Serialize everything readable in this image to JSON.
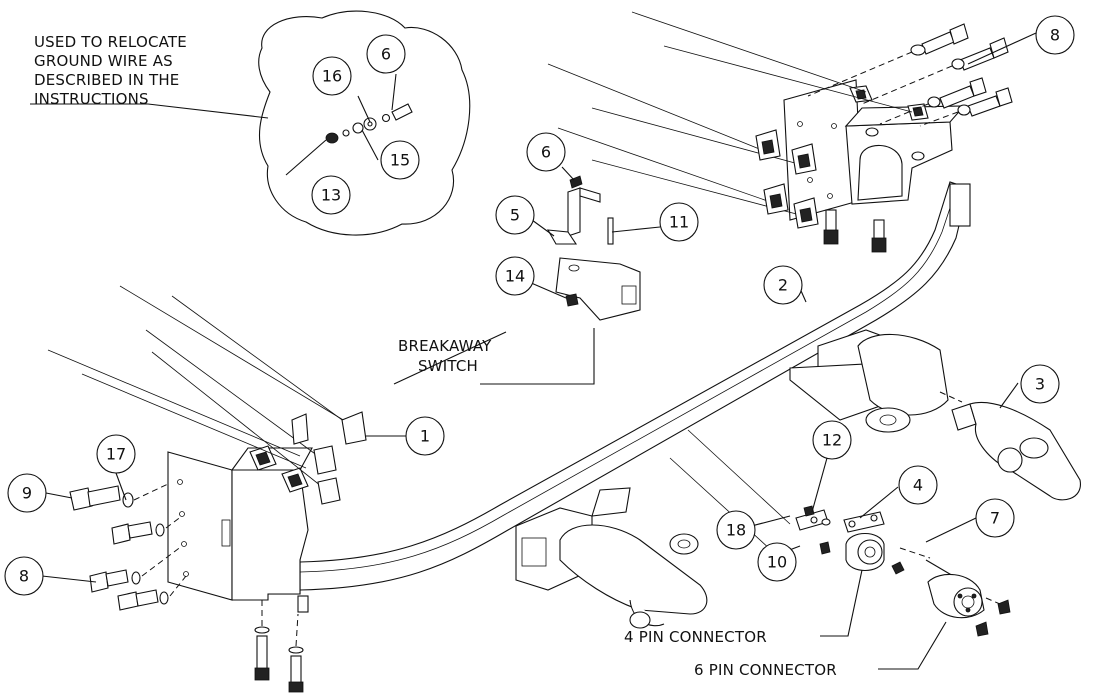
{
  "callouts": [
    {
      "id": "c1",
      "label": "1"
    },
    {
      "id": "c2",
      "label": "2"
    },
    {
      "id": "c3",
      "label": "3"
    },
    {
      "id": "c4",
      "label": "4"
    },
    {
      "id": "c5",
      "label": "5"
    },
    {
      "id": "c6a",
      "label": "6"
    },
    {
      "id": "c6b",
      "label": "6"
    },
    {
      "id": "c7",
      "label": "7"
    },
    {
      "id": "c8a",
      "label": "8"
    },
    {
      "id": "c8b",
      "label": "8"
    },
    {
      "id": "c9",
      "label": "9"
    },
    {
      "id": "c10",
      "label": "10"
    },
    {
      "id": "c11",
      "label": "11"
    },
    {
      "id": "c12",
      "label": "12"
    },
    {
      "id": "c13",
      "label": "13"
    },
    {
      "id": "c14",
      "label": "14"
    },
    {
      "id": "c15",
      "label": "15"
    },
    {
      "id": "c16",
      "label": "16"
    },
    {
      "id": "c17",
      "label": "17"
    },
    {
      "id": "c18",
      "label": "18"
    }
  ],
  "notes": {
    "ground_wire": [
      "USED TO RELOCATE",
      "GROUND WIRE AS",
      "DESCRIBED IN THE",
      "INSTRUCTIONS"
    ],
    "breakaway": [
      "BREAKAWAY",
      "SWITCH"
    ],
    "pin4": "4 PIN CONNECTOR",
    "pin6": "6 PIN CONNECTOR"
  }
}
